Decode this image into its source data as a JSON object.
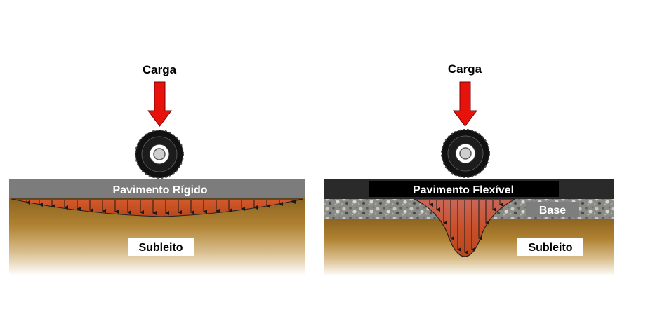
{
  "rigid": {
    "load_label": "Carga",
    "pavement_label": "Pavimento Rígido",
    "subgrade_label": "Subleito"
  },
  "flexible": {
    "load_label": "Carga",
    "pavement_label": "Pavimento Flexível",
    "base_label": "Base",
    "subgrade_label": "Subleito"
  },
  "colors": {
    "load_arrow": "#e8120c",
    "rigid_slab": "#7c7c7c",
    "flexible_surface": "#2a2a2a",
    "stress_zone": "#c8502a",
    "subgrade": "#a7772e"
  },
  "icons": [
    "down-arrow-icon",
    "tire-icon"
  ]
}
